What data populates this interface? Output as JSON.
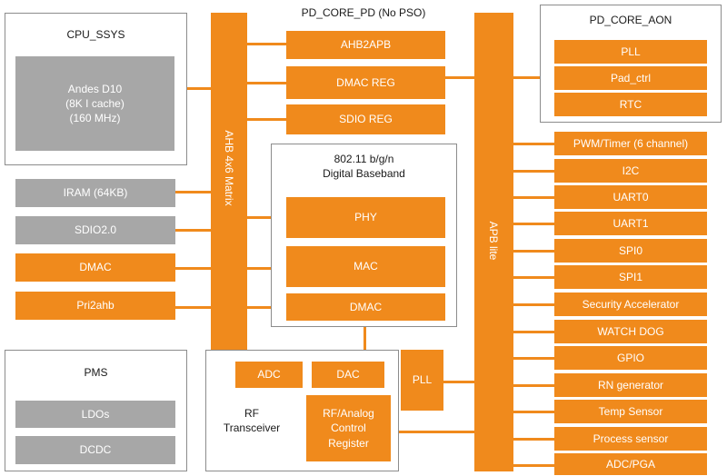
{
  "top_title": "PD_CORE_PD (No PSO)",
  "cpu_ssys": {
    "title": "CPU_SSYS",
    "core": "Andes D10\n(8K I cache)\n(160 MHz)"
  },
  "left_blocks": [
    "IRAM (64KB)",
    "SDIO2.0",
    "DMAC",
    "Pri2ahb"
  ],
  "ahb_matrix": "AHB 4x6 Matrix",
  "core_blocks": [
    "AHB2APB",
    "DMAC REG",
    "SDIO REG"
  ],
  "baseband": {
    "title": "802.11 b/g/n\nDigital Baseband",
    "blocks": [
      "PHY",
      "MAC",
      "DMAC"
    ]
  },
  "pms": {
    "title": "PMS",
    "blocks": [
      "LDOs",
      "DCDC"
    ]
  },
  "rf": {
    "title": "RF\nTransceiver",
    "adc": "ADC",
    "dac": "DAC",
    "reg": "RF/Analog\nControl\nRegister"
  },
  "pll_mid": "PLL",
  "apb": "APB lite",
  "aon": {
    "title": "PD_CORE_AON",
    "blocks": [
      "PLL",
      "Pad_ctrl",
      "RTC"
    ]
  },
  "peripherals": [
    "PWM/Timer (6 channel)",
    "I2C",
    "UART0",
    "UART1",
    "SPI0",
    "SPI1",
    "Security Accelerator",
    "WATCH DOG",
    "GPIO",
    "RN generator",
    "Temp Sensor",
    "Process sensor",
    "ADC/PGA"
  ],
  "colors": {
    "orange": "#f08a1c",
    "gray": "#a7a7a7",
    "frame": "#8c8c8c"
  }
}
